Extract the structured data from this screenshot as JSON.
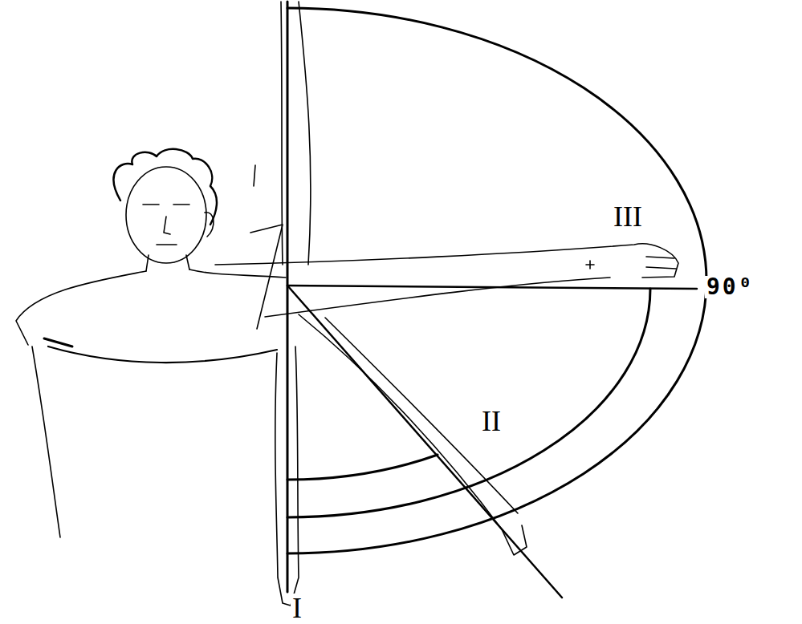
{
  "diagram": {
    "labels": [
      "III",
      "90⁰",
      "II",
      "I"
    ]
  }
}
